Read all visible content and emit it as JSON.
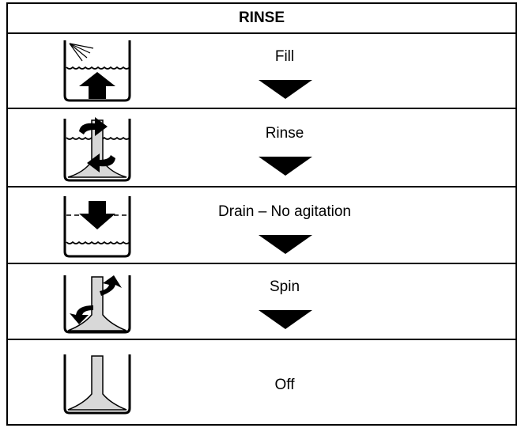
{
  "title": "RINSE",
  "steps": [
    {
      "label": "Fill",
      "icon": "tub-fill-icon",
      "next_arrow": true
    },
    {
      "label": "Rinse",
      "icon": "tub-rinse-icon",
      "next_arrow": true
    },
    {
      "label": "Drain – No agitation",
      "icon": "tub-drain-icon",
      "next_arrow": true
    },
    {
      "label": "Spin",
      "icon": "tub-spin-icon",
      "next_arrow": true
    },
    {
      "label": "Off",
      "icon": "tub-off-icon",
      "next_arrow": false
    }
  ],
  "colors": {
    "border": "#000000",
    "agitator": "#d8d8d8",
    "background": "#ffffff"
  }
}
